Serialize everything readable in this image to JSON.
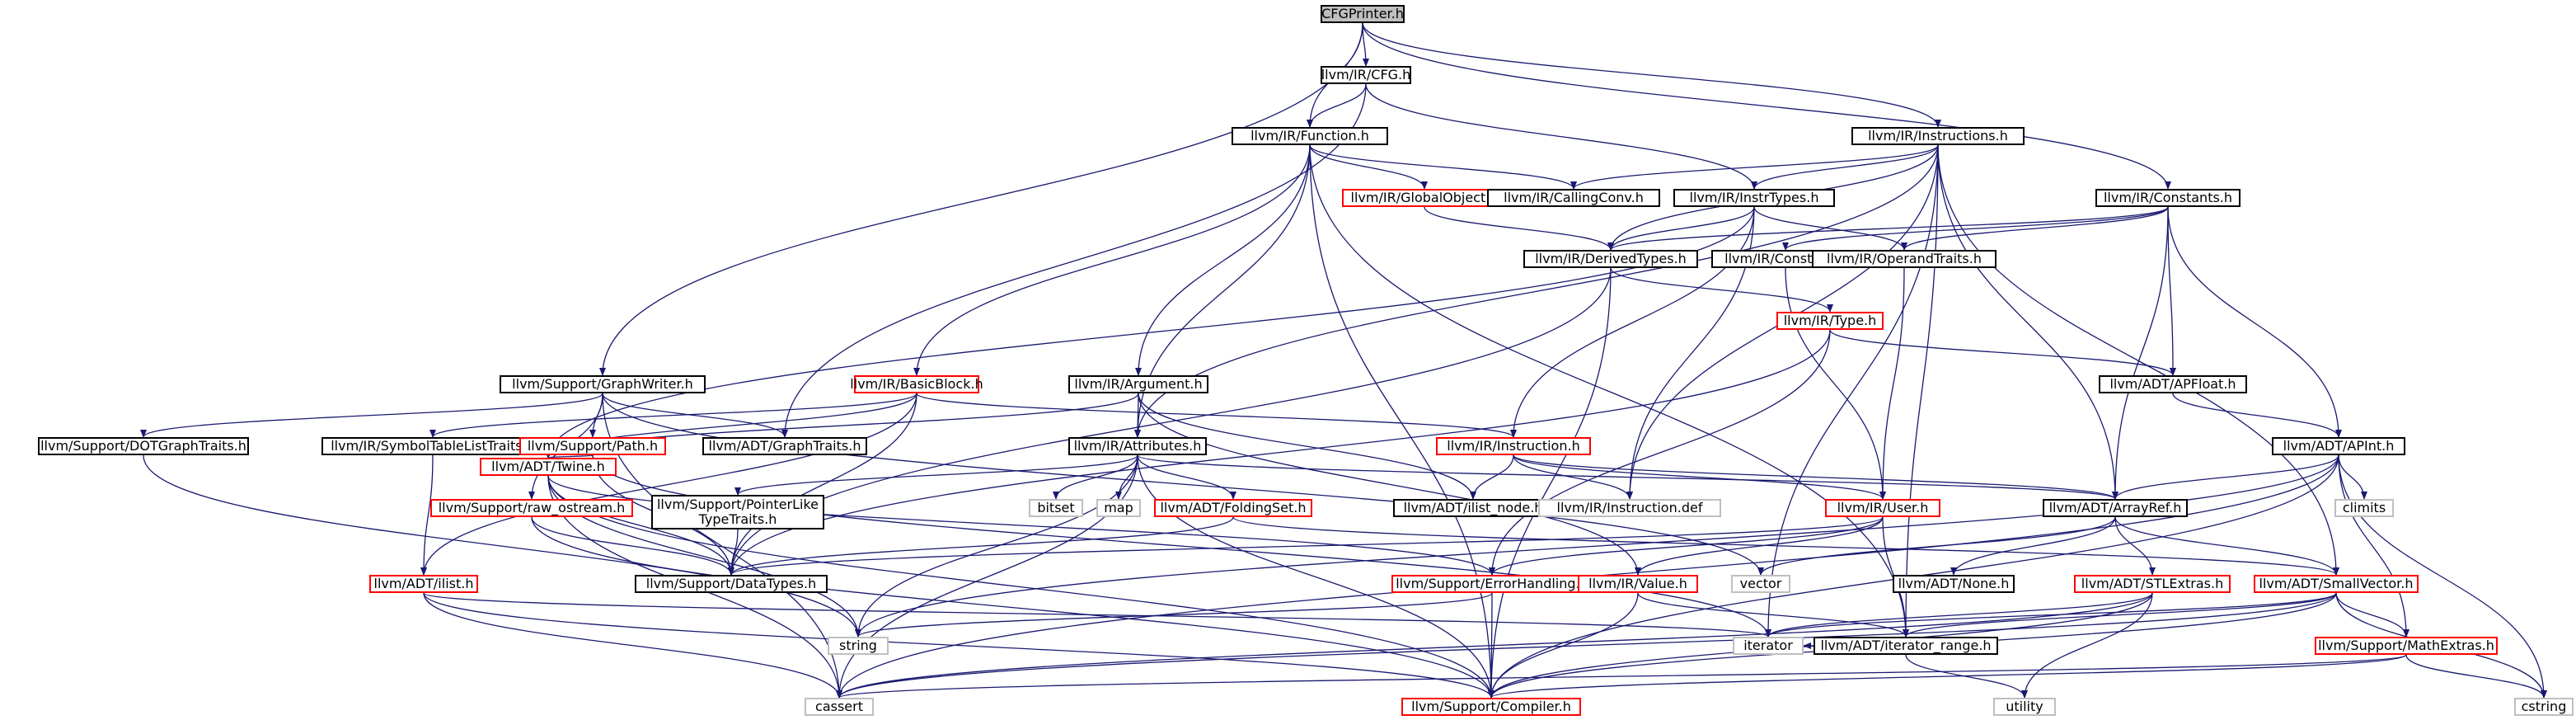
{
  "graph": {
    "colors": {
      "edge": "#191970",
      "normal_border": "#000000",
      "broken_border": "#ff0000",
      "system_border": "#bfbfbf",
      "root_fill": "#bfbfbf"
    },
    "nodes": [
      {
        "id": "cfgprinter",
        "label": "CFGPrinter.h",
        "kind": "root"
      },
      {
        "id": "ir_cfg",
        "label": "llvm/IR/CFG.h",
        "kind": "normal"
      },
      {
        "id": "ir_function",
        "label": "llvm/IR/Function.h",
        "kind": "normal"
      },
      {
        "id": "ir_instructions",
        "label": "llvm/IR/Instructions.h",
        "kind": "normal"
      },
      {
        "id": "ir_globalobject",
        "label": "llvm/IR/GlobalObject.h",
        "kind": "broken"
      },
      {
        "id": "ir_callingconv",
        "label": "llvm/IR/CallingConv.h",
        "kind": "normal"
      },
      {
        "id": "ir_instrtypes",
        "label": "llvm/IR/InstrTypes.h",
        "kind": "normal"
      },
      {
        "id": "ir_constants",
        "label": "llvm/IR/Constants.h",
        "kind": "normal"
      },
      {
        "id": "ir_derivedtypes",
        "label": "llvm/IR/DerivedTypes.h",
        "kind": "normal"
      },
      {
        "id": "ir_constant",
        "label": "llvm/IR/Constant.h",
        "kind": "normal"
      },
      {
        "id": "ir_operandtraits",
        "label": "llvm/IR/OperandTraits.h",
        "kind": "normal"
      },
      {
        "id": "ir_type",
        "label": "llvm/IR/Type.h",
        "kind": "broken"
      },
      {
        "id": "support_graphwriter",
        "label": "llvm/Support/GraphWriter.h",
        "kind": "normal"
      },
      {
        "id": "ir_basicblock",
        "label": "llvm/IR/BasicBlock.h",
        "kind": "broken"
      },
      {
        "id": "ir_argument",
        "label": "llvm/IR/Argument.h",
        "kind": "normal"
      },
      {
        "id": "adt_apfloat",
        "label": "llvm/ADT/APFloat.h",
        "kind": "normal"
      },
      {
        "id": "support_dotgraphtraits",
        "label": "llvm/Support/DOTGraphTraits.h",
        "kind": "normal"
      },
      {
        "id": "ir_symboltablelisttraits",
        "label": "llvm/IR/SymbolTableListTraits.h",
        "kind": "normal"
      },
      {
        "id": "support_path",
        "label": "llvm/Support/Path.h",
        "kind": "broken"
      },
      {
        "id": "adt_graphtraits",
        "label": "llvm/ADT/GraphTraits.h",
        "kind": "normal"
      },
      {
        "id": "ir_attributes",
        "label": "llvm/IR/Attributes.h",
        "kind": "normal"
      },
      {
        "id": "ir_instruction",
        "label": "llvm/IR/Instruction.h",
        "kind": "broken"
      },
      {
        "id": "adt_apint",
        "label": "llvm/ADT/APInt.h",
        "kind": "normal"
      },
      {
        "id": "adt_twine",
        "label": "llvm/ADT/Twine.h",
        "kind": "broken"
      },
      {
        "id": "bitset",
        "label": "bitset",
        "kind": "system"
      },
      {
        "id": "map",
        "label": "map",
        "kind": "system"
      },
      {
        "id": "adt_foldingset",
        "label": "llvm/ADT/FoldingSet.h",
        "kind": "broken"
      },
      {
        "id": "adt_ilist_node",
        "label": "llvm/ADT/ilist_node.h",
        "kind": "normal"
      },
      {
        "id": "ir_instruction_def",
        "label": "llvm/IR/Instruction.def",
        "kind": "system"
      },
      {
        "id": "adt_arrayref",
        "label": "llvm/ADT/ArrayRef.h",
        "kind": "normal"
      },
      {
        "id": "climits",
        "label": "climits",
        "kind": "system"
      },
      {
        "id": "support_raw_ostream",
        "label": "llvm/Support/raw_ostream.h",
        "kind": "broken"
      },
      {
        "id": "support_pointerliketypetraits",
        "label": "llvm/Support/PointerLike\nTypeTraits.h",
        "kind": "normal"
      },
      {
        "id": "ir_user",
        "label": "llvm/IR/User.h",
        "kind": "broken"
      },
      {
        "id": "support_datatypes",
        "label": "llvm/Support/DataTypes.h",
        "kind": "normal"
      },
      {
        "id": "adt_ilist",
        "label": "llvm/ADT/ilist.h",
        "kind": "broken"
      },
      {
        "id": "support_errorhandling",
        "label": "llvm/Support/ErrorHandling.h",
        "kind": "broken"
      },
      {
        "id": "ir_value",
        "label": "llvm/IR/Value.h",
        "kind": "broken"
      },
      {
        "id": "vector",
        "label": "vector",
        "kind": "system"
      },
      {
        "id": "adt_none",
        "label": "llvm/ADT/None.h",
        "kind": "normal"
      },
      {
        "id": "adt_stlextras",
        "label": "llvm/ADT/STLExtras.h",
        "kind": "broken"
      },
      {
        "id": "adt_smallvector",
        "label": "llvm/ADT/SmallVector.h",
        "kind": "broken"
      },
      {
        "id": "string",
        "label": "string",
        "kind": "system"
      },
      {
        "id": "iterator",
        "label": "iterator",
        "kind": "system"
      },
      {
        "id": "adt_iterator_range",
        "label": "llvm/ADT/iterator_range.h",
        "kind": "normal"
      },
      {
        "id": "support_mathextras",
        "label": "llvm/Support/MathExtras.h",
        "kind": "broken"
      },
      {
        "id": "cassert",
        "label": "cassert",
        "kind": "system"
      },
      {
        "id": "support_compiler",
        "label": "llvm/Support/Compiler.h",
        "kind": "broken"
      },
      {
        "id": "utility",
        "label": "utility",
        "kind": "system"
      },
      {
        "id": "cstring",
        "label": "cstring",
        "kind": "system"
      }
    ],
    "edges": [
      [
        "cfgprinter",
        "ir_cfg"
      ],
      [
        "cfgprinter",
        "ir_function"
      ],
      [
        "cfgprinter",
        "ir_instructions"
      ],
      [
        "cfgprinter",
        "ir_constants"
      ],
      [
        "cfgprinter",
        "support_graphwriter"
      ],
      [
        "ir_cfg",
        "ir_function"
      ],
      [
        "ir_cfg",
        "ir_instrtypes"
      ],
      [
        "ir_cfg",
        "adt_graphtraits"
      ],
      [
        "ir_function",
        "ir_globalobject"
      ],
      [
        "ir_function",
        "ir_callingconv"
      ],
      [
        "ir_function",
        "ir_basicblock"
      ],
      [
        "ir_function",
        "ir_argument"
      ],
      [
        "ir_function",
        "ir_attributes"
      ],
      [
        "ir_function",
        "support_compiler"
      ],
      [
        "ir_function",
        "adt_iterator_range"
      ],
      [
        "ir_instructions",
        "ir_callingconv"
      ],
      [
        "ir_instructions",
        "ir_instrtypes"
      ],
      [
        "ir_instructions",
        "ir_derivedtypes"
      ],
      [
        "ir_instructions",
        "ir_attributes"
      ],
      [
        "ir_instructions",
        "adt_arrayref"
      ],
      [
        "ir_instructions",
        "adt_smallvector"
      ],
      [
        "ir_instructions",
        "iterator"
      ],
      [
        "ir_instructions",
        "adt_iterator_range"
      ],
      [
        "ir_instructions",
        "ir_instruction_def"
      ],
      [
        "ir_globalobject",
        "ir_derivedtypes"
      ],
      [
        "ir_instrtypes",
        "ir_derivedtypes"
      ],
      [
        "ir_instrtypes",
        "ir_operandtraits"
      ],
      [
        "ir_instrtypes",
        "ir_instruction"
      ],
      [
        "ir_instrtypes",
        "adt_twine"
      ],
      [
        "ir_instrtypes",
        "ir_instruction_def"
      ],
      [
        "ir_constants",
        "ir_constant"
      ],
      [
        "ir_constants",
        "ir_operandtraits"
      ],
      [
        "ir_constants",
        "adt_apfloat"
      ],
      [
        "ir_constants",
        "adt_apint"
      ],
      [
        "ir_constants",
        "adt_arrayref"
      ],
      [
        "ir_constants",
        "ir_derivedtypes"
      ],
      [
        "ir_derivedtypes",
        "ir_type"
      ],
      [
        "ir_derivedtypes",
        "support_compiler"
      ],
      [
        "ir_derivedtypes",
        "support_datatypes"
      ],
      [
        "ir_constant",
        "ir_user"
      ],
      [
        "ir_operandtraits",
        "ir_user"
      ],
      [
        "ir_type",
        "adt_apfloat"
      ],
      [
        "ir_type",
        "support_datatypes"
      ],
      [
        "ir_type",
        "support_errorhandling"
      ],
      [
        "support_graphwriter",
        "support_dotgraphtraits"
      ],
      [
        "support_graphwriter",
        "adt_graphtraits"
      ],
      [
        "support_graphwriter",
        "support_path"
      ],
      [
        "support_graphwriter",
        "support_raw_ostream"
      ],
      [
        "support_graphwriter",
        "cassert"
      ],
      [
        "support_graphwriter",
        "vector"
      ],
      [
        "ir_basicblock",
        "ir_symboltablelisttraits"
      ],
      [
        "ir_basicblock",
        "ir_instruction"
      ],
      [
        "ir_basicblock",
        "adt_twine"
      ],
      [
        "ir_basicblock",
        "support_datatypes"
      ],
      [
        "ir_basicblock",
        "adt_ilist"
      ],
      [
        "ir_argument",
        "ir_attributes"
      ],
      [
        "ir_argument",
        "adt_twine"
      ],
      [
        "ir_argument",
        "adt_ilist_node"
      ],
      [
        "ir_argument",
        "ir_value"
      ],
      [
        "adt_apfloat",
        "adt_apint"
      ],
      [
        "support_dotgraphtraits",
        "string"
      ],
      [
        "ir_symboltablelisttraits",
        "adt_ilist"
      ],
      [
        "support_path",
        "adt_twine"
      ],
      [
        "support_path",
        "support_datatypes"
      ],
      [
        "support_path",
        "iterator"
      ],
      [
        "ir_attributes",
        "adt_arrayref"
      ],
      [
        "ir_attributes",
        "adt_foldingset"
      ],
      [
        "ir_attributes",
        "support_pointerliketypetraits"
      ],
      [
        "ir_attributes",
        "bitset"
      ],
      [
        "ir_attributes",
        "map"
      ],
      [
        "ir_attributes",
        "string"
      ],
      [
        "ir_attributes",
        "cassert"
      ],
      [
        "ir_attributes",
        "support_compiler"
      ],
      [
        "ir_instruction",
        "adt_ilist_node"
      ],
      [
        "ir_instruction",
        "ir_user"
      ],
      [
        "ir_instruction",
        "ir_instruction_def"
      ],
      [
        "ir_instruction",
        "adt_arrayref"
      ],
      [
        "adt_apint",
        "adt_arrayref"
      ],
      [
        "adt_apint",
        "support_mathextras"
      ],
      [
        "adt_apint",
        "climits"
      ],
      [
        "adt_apint",
        "cstring"
      ],
      [
        "adt_apint",
        "string"
      ],
      [
        "adt_apint",
        "cassert"
      ],
      [
        "adt_apint",
        "support_compiler"
      ],
      [
        "adt_twine",
        "support_datatypes"
      ],
      [
        "adt_twine",
        "support_errorhandling"
      ],
      [
        "adt_twine",
        "string"
      ],
      [
        "adt_twine",
        "cassert"
      ],
      [
        "adt_twine",
        "support_compiler"
      ],
      [
        "adt_foldingset",
        "support_datatypes"
      ],
      [
        "adt_foldingset",
        "adt_smallvector"
      ],
      [
        "adt_arrayref",
        "adt_none"
      ],
      [
        "adt_arrayref",
        "adt_stlextras"
      ],
      [
        "adt_arrayref",
        "adt_smallvector"
      ],
      [
        "adt_arrayref",
        "vector"
      ],
      [
        "support_raw_ostream",
        "support_datatypes"
      ],
      [
        "support_raw_ostream",
        "support_compiler"
      ],
      [
        "support_pointerliketypetraits",
        "support_datatypes"
      ],
      [
        "ir_user",
        "support_errorhandling"
      ],
      [
        "ir_user",
        "ir_value"
      ],
      [
        "ir_user",
        "adt_iterator_range"
      ],
      [
        "ir_user",
        "support_datatypes"
      ],
      [
        "adt_ilist",
        "iterator"
      ],
      [
        "adt_ilist",
        "cassert"
      ],
      [
        "adt_ilist",
        "support_compiler"
      ],
      [
        "support_errorhandling",
        "string"
      ],
      [
        "support_errorhandling",
        "support_compiler"
      ],
      [
        "ir_value",
        "support_compiler"
      ],
      [
        "ir_value",
        "adt_iterator_range"
      ],
      [
        "adt_stlextras",
        "iterator"
      ],
      [
        "adt_stlextras",
        "utility"
      ],
      [
        "adt_stlextras",
        "support_compiler"
      ],
      [
        "adt_stlextras",
        "cassert"
      ],
      [
        "adt_smallvector",
        "support_mathextras"
      ],
      [
        "adt_smallvector",
        "cassert"
      ],
      [
        "adt_smallvector",
        "cstring"
      ],
      [
        "adt_smallvector",
        "iterator"
      ],
      [
        "adt_smallvector",
        "support_compiler"
      ],
      [
        "adt_smallvector",
        "adt_iterator_range"
      ],
      [
        "adt_iterator_range",
        "iterator"
      ],
      [
        "adt_iterator_range",
        "utility"
      ],
      [
        "support_mathextras",
        "cassert"
      ],
      [
        "support_mathextras",
        "cstring"
      ],
      [
        "support_mathextras",
        "support_compiler"
      ]
    ]
  }
}
